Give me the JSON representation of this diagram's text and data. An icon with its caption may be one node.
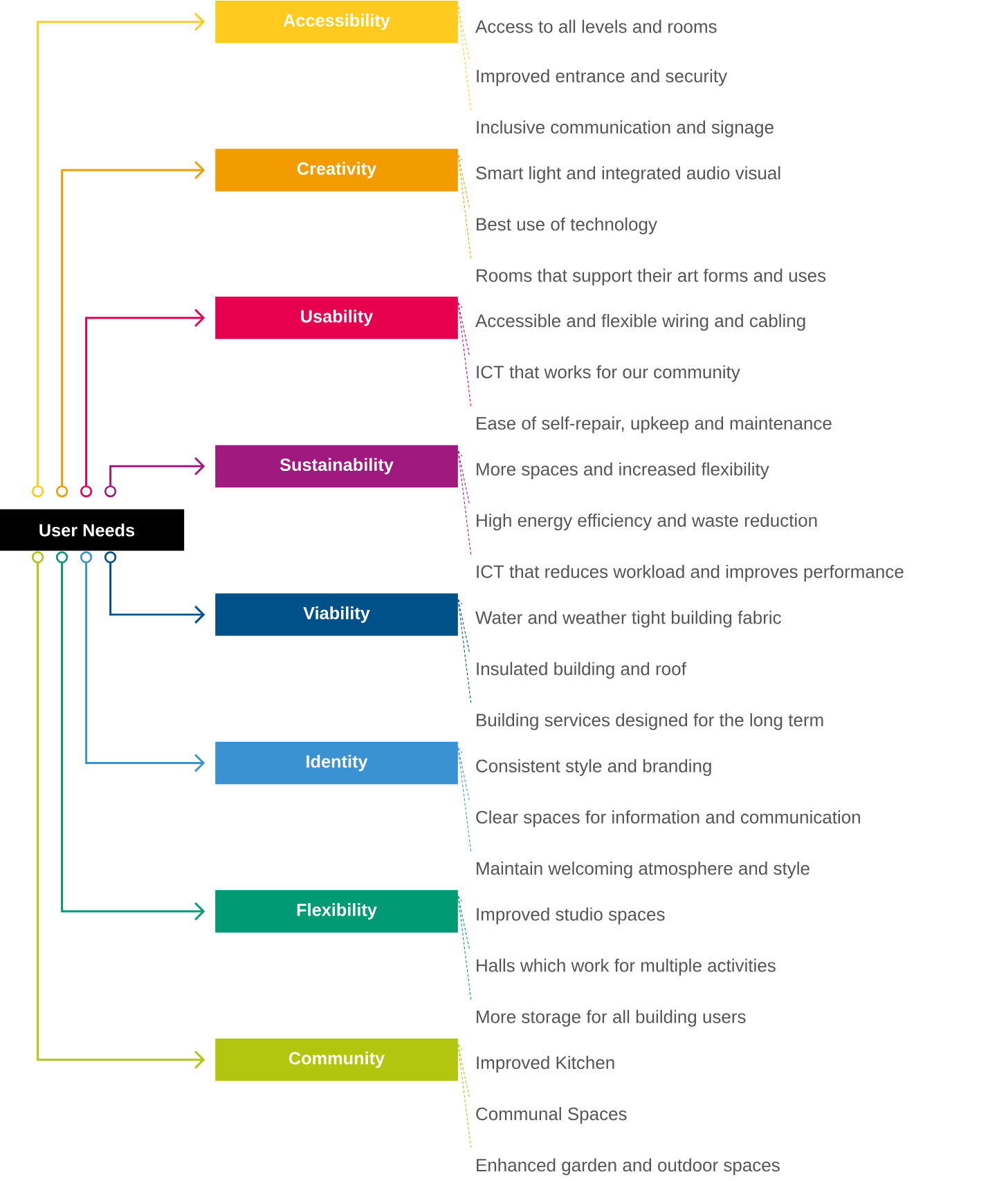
{
  "diagram": {
    "nodes": [
      {
        "text": [
          "User Needs"
        ]
      },
      {
        "text": [
          "Accessibility"
        ]
      },
      {
        "text": [
          "Creativity"
        ]
      },
      {
        "text": [
          "Usability"
        ]
      },
      {
        "text": [
          "Sustainability"
        ]
      },
      {
        "text": [
          "Viability"
        ]
      },
      {
        "text": [
          "Identity"
        ]
      },
      {
        "text": [
          "Flexibility"
        ]
      },
      {
        "text": [
          "Community"
        ]
      },
      {
        "text": [
          "Access to all levels and rooms"
        ]
      },
      {
        "text": [
          "Improved entrance and security"
        ]
      },
      {
        "text": [
          "Inclusive communication and signage"
        ]
      },
      {
        "text": [
          "Smart light and integrated audio visual"
        ]
      },
      {
        "text": [
          "Best use of technology"
        ]
      },
      {
        "text": [
          "Rooms that support their art forms and uses"
        ]
      },
      {
        "text": [
          "Accessible and flexible wiring and cabling"
        ]
      },
      {
        "text": [
          "ICT that works for our community"
        ]
      },
      {
        "text": [
          "Ease of self-repair, upkeep and maintenance"
        ]
      },
      {
        "text": [
          "More spaces and increased flexibility"
        ]
      },
      {
        "text": [
          "High energy efficiency and waste reduction"
        ]
      },
      {
        "text": [
          "ICT that reduces workload and improves performance"
        ]
      },
      {
        "text": [
          "Water and weather tight building fabric"
        ]
      },
      {
        "text": [
          "Insulated building and roof"
        ]
      },
      {
        "text": [
          "Building services designed for the long term"
        ]
      },
      {
        "text": [
          "Consistent style and branding"
        ]
      },
      {
        "text": [
          "Clear spaces for information and communication"
        ]
      },
      {
        "text": [
          "Maintain welcoming atmosphere and style"
        ]
      },
      {
        "text": [
          "Improved studio spaces"
        ]
      },
      {
        "text": [
          "Halls which work for multiple activities"
        ]
      },
      {
        "text": [
          "More storage for all building users"
        ]
      },
      {
        "text": [
          "Improved Kitchen"
        ]
      },
      {
        "text": [
          "Communal Spaces"
        ]
      },
      {
        "text": [
          "Enhanced garden and outdoor spaces"
        ]
      }
    ],
    "edges": [
      {
        "from": 0,
        "to": 1,
        "arrow": "to",
        "color": "#ffcb1f"
      },
      {
        "from": 0,
        "to": 2,
        "arrow": "to",
        "color": "#f39c00"
      },
      {
        "from": 0,
        "to": 3,
        "arrow": "to",
        "color": "#e6004e"
      },
      {
        "from": 0,
        "to": 4,
        "arrow": "to",
        "color": "#a0197f"
      },
      {
        "from": 0,
        "to": 5,
        "arrow": "to",
        "color": "#005089"
      },
      {
        "from": 0,
        "to": 6,
        "arrow": "to",
        "color": "#3a92d3"
      },
      {
        "from": 0,
        "to": 7,
        "arrow": "to",
        "color": "#009a74"
      },
      {
        "from": 0,
        "to": 8,
        "arrow": "to",
        "color": "#b2c50f"
      },
      {
        "from": 1,
        "to": 9,
        "arrow": "none",
        "style": "dashed",
        "color": "#ffcb1f"
      },
      {
        "from": 1,
        "to": 10,
        "arrow": "none",
        "style": "dashed",
        "color": "#ffcb1f"
      },
      {
        "from": 1,
        "to": 11,
        "arrow": "none",
        "style": "dashed",
        "color": "#ffcb1f"
      },
      {
        "from": 2,
        "to": 12,
        "arrow": "none",
        "style": "dashed",
        "color": "#f39c00"
      },
      {
        "from": 2,
        "to": 13,
        "arrow": "none",
        "style": "dashed",
        "color": "#f39c00"
      },
      {
        "from": 2,
        "to": 14,
        "arrow": "none",
        "style": "dashed",
        "color": "#f39c00"
      },
      {
        "from": 3,
        "to": 15,
        "arrow": "none",
        "style": "dashed",
        "color": "#e6004e"
      },
      {
        "from": 3,
        "to": 16,
        "arrow": "none",
        "style": "dashed",
        "color": "#e6004e"
      },
      {
        "from": 3,
        "to": 17,
        "arrow": "none",
        "style": "dashed",
        "color": "#e6004e"
      },
      {
        "from": 4,
        "to": 18,
        "arrow": "none",
        "style": "dashed",
        "color": "#a0197f"
      },
      {
        "from": 4,
        "to": 19,
        "arrow": "none",
        "style": "dashed",
        "color": "#a0197f"
      },
      {
        "from": 4,
        "to": 20,
        "arrow": "none",
        "style": "dashed",
        "color": "#a0197f"
      },
      {
        "from": 5,
        "to": 21,
        "arrow": "none",
        "style": "dashed",
        "color": "#005089"
      },
      {
        "from": 5,
        "to": 22,
        "arrow": "none",
        "style": "dashed",
        "color": "#005089"
      },
      {
        "from": 5,
        "to": 23,
        "arrow": "none",
        "style": "dashed",
        "color": "#005089"
      },
      {
        "from": 6,
        "to": 24,
        "arrow": "none",
        "style": "dashed",
        "color": "#3a92d3"
      },
      {
        "from": 6,
        "to": 25,
        "arrow": "none",
        "style": "dashed",
        "color": "#3a92d3"
      },
      {
        "from": 6,
        "to": 26,
        "arrow": "none",
        "style": "dashed",
        "color": "#3a92d3"
      },
      {
        "from": 7,
        "to": 27,
        "arrow": "none",
        "style": "dashed",
        "color": "#009a74"
      },
      {
        "from": 7,
        "to": 28,
        "arrow": "none",
        "style": "dashed",
        "color": "#009a74"
      },
      {
        "from": 7,
        "to": 29,
        "arrow": "none",
        "style": "dashed",
        "color": "#009a74"
      },
      {
        "from": 8,
        "to": 30,
        "arrow": "none",
        "style": "dashed",
        "color": "#b2c50f"
      },
      {
        "from": 8,
        "to": 31,
        "arrow": "none",
        "style": "dashed",
        "color": "#b2c50f"
      },
      {
        "from": 8,
        "to": 32,
        "arrow": "none",
        "style": "dashed",
        "color": "#b2c50f"
      }
    ]
  }
}
